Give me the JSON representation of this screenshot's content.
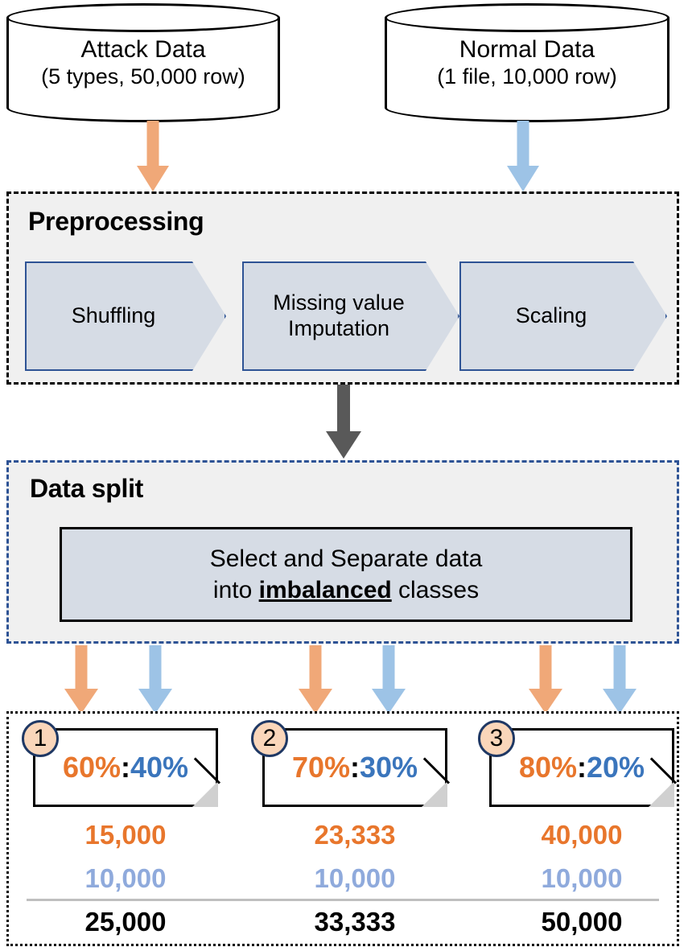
{
  "sources": [
    {
      "name": "attack-data-store",
      "title": "Attack Data",
      "subtitle": "(5 types, 50,000 row)",
      "arrow_color": "#F0A878"
    },
    {
      "name": "normal-data-store",
      "title": "Normal Data",
      "subtitle": "(1 file, 10,000 row)",
      "arrow_color": "#9DC3E6"
    }
  ],
  "preprocessing": {
    "title": "Preprocessing",
    "steps": [
      {
        "label": "Shuffling"
      },
      {
        "label_line1": "Missing value",
        "label_line2": "Imputation"
      },
      {
        "label": "Scaling"
      }
    ]
  },
  "flow_arrow": {
    "color": "#595959"
  },
  "data_split": {
    "title": "Data split",
    "box_line1": "Select and Separate data",
    "box_line2_pre": "into ",
    "box_line2_emph": "imbalanced",
    "box_line2_post": " classes"
  },
  "splits": [
    {
      "index": "1",
      "attack_pct": "60%",
      "separator": ":",
      "normal_pct": "40%",
      "attack_count": "15,000",
      "normal_count": "10,000",
      "total": "25,000"
    },
    {
      "index": "2",
      "attack_pct": "70%",
      "separator": ":",
      "normal_pct": "30%",
      "attack_count": "23,333",
      "normal_count": "10,000",
      "total": "33,333"
    },
    {
      "index": "3",
      "attack_pct": "80%",
      "separator": ":",
      "normal_pct": "20%",
      "attack_count": "40,000",
      "normal_count": "10,000",
      "total": "50,000"
    }
  ],
  "colors": {
    "attack_orange": "#E8762C",
    "attack_arrow": "#F0A878",
    "normal_blue": "#3A75BC",
    "normal_arrow": "#9DC3E6",
    "normal_count": "#8FAADC",
    "panel_fill": "#F0F0F0",
    "chevron_fill": "#D6DCE5",
    "chevron_stroke": "#2E5395",
    "split_panel_stroke": "#2E5395",
    "flow_arrow": "#595959",
    "step_circle_fill": "#FAD6BA",
    "step_circle_stroke": "#1F3864"
  }
}
